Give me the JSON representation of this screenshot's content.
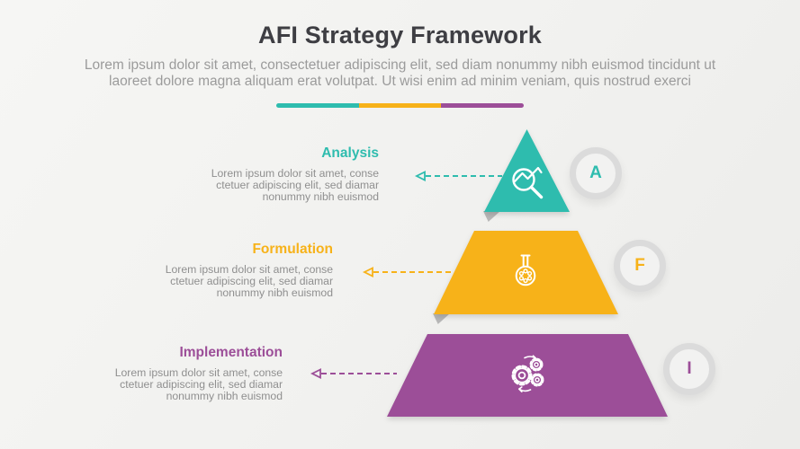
{
  "title": "AFI Strategy Framework",
  "subtitle": "Lorem ipsum dolor sit amet, consectetuer adipiscing elit, sed diam nonummy nibh euismod tincidunt ut\nlaoreet dolore magna aliquam erat volutpat. Ut wisi enim ad minim veniam, quis nostrud exerci",
  "accent_colors": {
    "analysis": "#2ebcae",
    "formulation": "#f7b219",
    "implementation": "#9c4e98"
  },
  "badge_ring_color": "#dbdbdb",
  "sections": [
    {
      "id": "analysis",
      "label": "Analysis",
      "letter": "A",
      "color": "#2ebcae",
      "icon": "magnifier-chart-icon",
      "desc": "Lorem ipsum dolor sit amet, conse\nctetuer adipiscing elit, sed diamar\nnonummy nibh euismod"
    },
    {
      "id": "formulation",
      "label": "Formulation",
      "letter": "F",
      "color": "#f7b219",
      "icon": "flask-icon",
      "desc": "Lorem ipsum dolor sit amet, conse\nctetuer adipiscing elit, sed diamar\nnonummy nibh euismod"
    },
    {
      "id": "implementation",
      "label": "Implementation",
      "letter": "I",
      "color": "#9c4e98",
      "icon": "gears-icon",
      "desc": "Lorem ipsum dolor sit amet, conse\nctetuer adipiscing elit, sed diamar\nnonummy nibh euismod"
    }
  ]
}
